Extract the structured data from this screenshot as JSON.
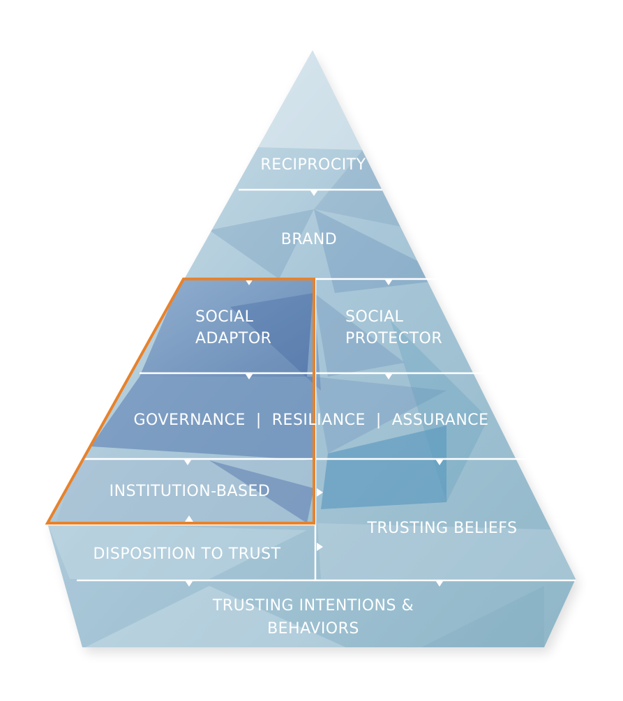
{
  "diagram": {
    "labels": {
      "reciprocity": "RECIPROCITY",
      "brand": "BRAND",
      "social_adaptor_1": "SOCIAL",
      "social_adaptor_2": "ADAPTOR",
      "social_protector_1": "SOCIAL",
      "social_protector_2": "PROTECTOR",
      "governance_row": "GOVERNANCE  |  RESILIANCE  |  ASSURANCE",
      "institution_based": "INSTITUTION-BASED",
      "trusting_beliefs": "TRUSTING BELIEFS",
      "disposition_to_trust": "DISPOSITION TO TRUST",
      "trusting_intentions_1": "TRUSTING INTENTIONS &",
      "trusting_intentions_2": "BEHAVIORS"
    },
    "colors": {
      "pyramid_light": "#b9d3df",
      "pyramid_mid": "#8fb3c9",
      "pyramid_deep": "#5f86b4",
      "highlight_border": "#e8822a",
      "divider": "#ffffff"
    }
  }
}
